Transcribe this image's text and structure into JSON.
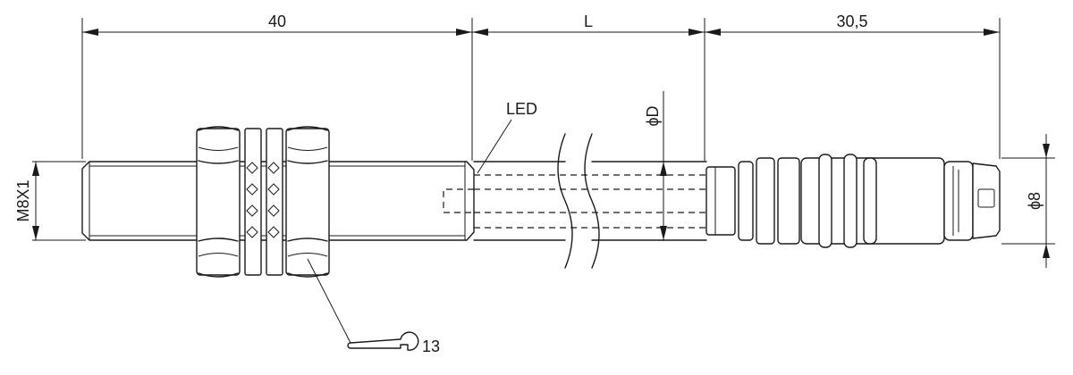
{
  "dimensions": {
    "thread_length": "40",
    "cable_length": "L",
    "connector_length": "30,5",
    "thread_size": "M8X1",
    "cable_diameter": "ϕD",
    "connector_diameter": "ϕ8"
  },
  "callouts": {
    "led": "LED",
    "wrench_size": "13"
  }
}
